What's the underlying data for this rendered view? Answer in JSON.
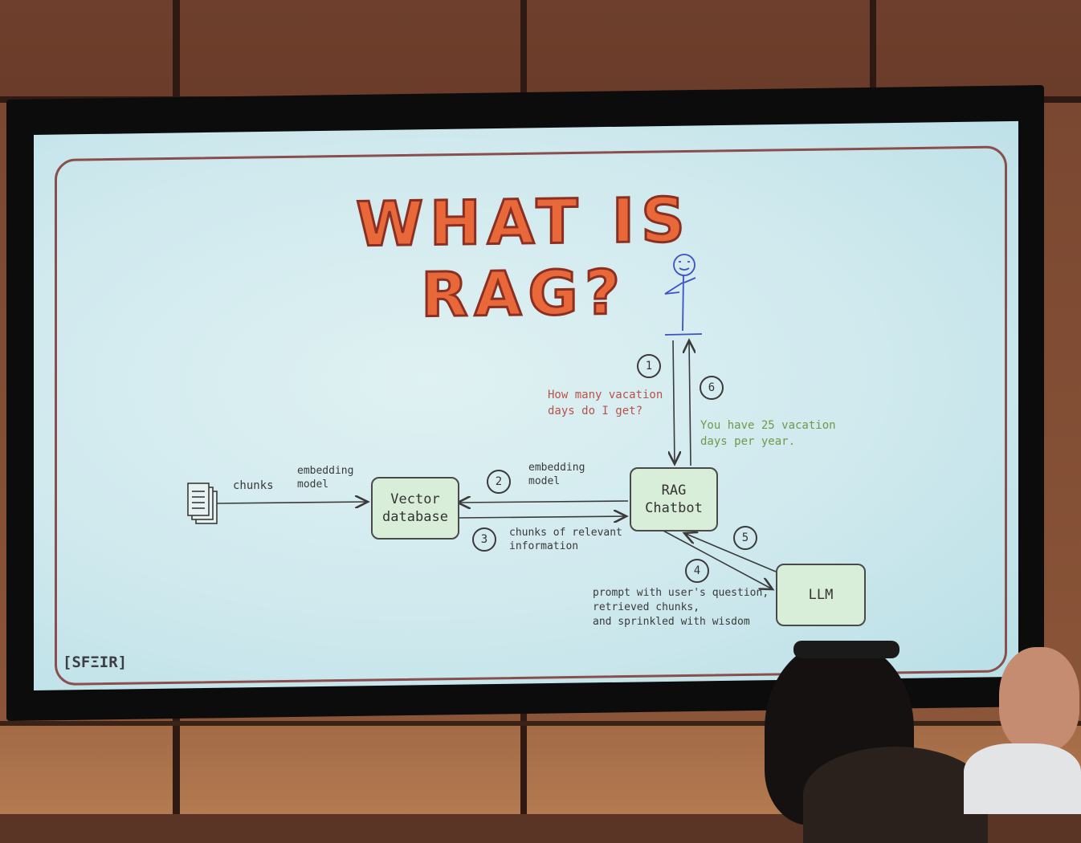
{
  "slide": {
    "title": "WHAT IS RAG?",
    "logo": "[SFΞIR]"
  },
  "diagram": {
    "boxes": {
      "vector_db": "Vector\ndatabase",
      "rag_chatbot": "RAG\nChatbot",
      "llm": "LLM"
    },
    "labels": {
      "chunks": "chunks",
      "embedding_model_1": "embedding\nmodel",
      "embedding_model_2": "embedding\nmodel",
      "chunks_relevant": "chunks of relevant\ninformation",
      "question": "How many vacation\ndays do I get?",
      "answer": "You have 25 vacation\ndays per year.",
      "prompt": "prompt with user's question,\nretrieved chunks,\nand sprinkled with wisdom"
    },
    "steps": [
      "1",
      "2",
      "3",
      "4",
      "5",
      "6"
    ],
    "colors": {
      "title": "#e8683a",
      "question": "#b5524a",
      "answer": "#6d9a4b",
      "box_fill": "#d9eed9"
    },
    "icons": [
      "document-stack-icon",
      "stick-figure-user-icon"
    ]
  }
}
